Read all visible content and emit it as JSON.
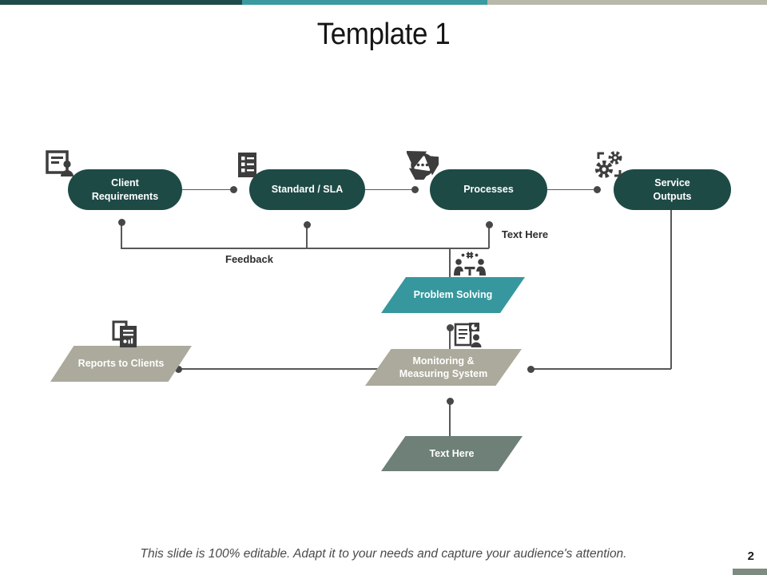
{
  "slide": {
    "title": "Template 1",
    "page_number": "2",
    "footer_note": "This slide is 100% editable. Adapt it to your needs and capture your audience's attention."
  },
  "nodes": {
    "client_requirements": {
      "label": "Client\nRequirements"
    },
    "standard_sla": {
      "label": "Standard / SLA"
    },
    "processes": {
      "label": "Processes"
    },
    "service_outputs": {
      "label": "Service\nOutputs"
    },
    "problem_solving": {
      "label": "Problem Solving"
    },
    "reports_to_clients": {
      "label": "Reports to Clients"
    },
    "monitoring_measuring": {
      "label": "Monitoring &\nMeasuring System"
    },
    "text_here_bottom": {
      "label": "Text Here"
    }
  },
  "labels": {
    "feedback": "Feedback",
    "text_here": "Text Here"
  },
  "colors": {
    "oval_dark_teal": "#1e4a46",
    "parallelogram_teal": "#36989e",
    "parallelogram_gray": "#abaa9c",
    "parallelogram_sage": "#6e8077",
    "topbar_dark": "#1e4a4a",
    "topbar_teal": "#3a9aa0",
    "topbar_beige": "#b8b8ab",
    "corner_bar": "#7e8b81",
    "connector": "#585858",
    "icon": "#3d3d3d"
  }
}
